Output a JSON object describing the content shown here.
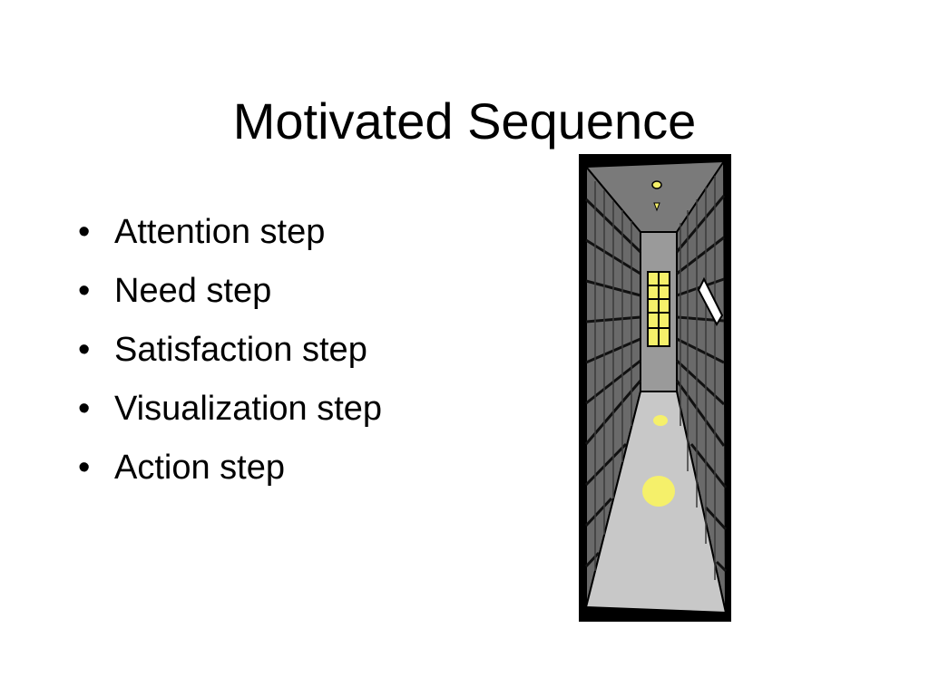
{
  "slide": {
    "title": "Motivated Sequence",
    "bullets": [
      "Attention step",
      "Need step",
      "Satisfaction step",
      "Visualization step",
      "Action step"
    ],
    "bullet_glyph": "•",
    "illustration": {
      "icon": "library-corridor-illustration",
      "colors": {
        "frame": "#000000",
        "shelves": "#6e6e6e",
        "floor": "#c8c8c8",
        "back_wall": "#9a9a9a",
        "light": "#f5f06a"
      }
    }
  }
}
